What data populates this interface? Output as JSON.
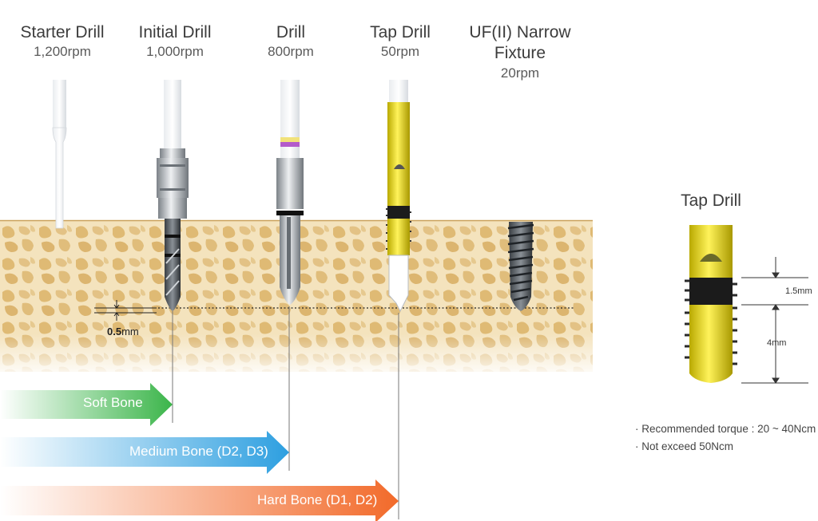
{
  "steps": [
    {
      "name": "Starter Drill",
      "rpm": "1,200rpm"
    },
    {
      "name": "Initial Drill",
      "rpm": "1,000rpm"
    },
    {
      "name": "Drill",
      "rpm": "800rpm"
    },
    {
      "name": "Tap Drill",
      "rpm": "50rpm"
    },
    {
      "name_line1": "UF(II) Narrow",
      "name_line2": "Fixture",
      "rpm": "20rpm"
    }
  ],
  "depth_marker": {
    "value": "0.5",
    "unit": "mm"
  },
  "bone_types": [
    {
      "label": "Soft Bone",
      "color": "#3bb54a"
    },
    {
      "label": "Medium Bone (D2, D3)",
      "color": "#2d9fe0"
    },
    {
      "label": "Hard Bone (D1, D2)",
      "color": "#f26a2a"
    }
  ],
  "detail": {
    "title": "Tap Drill",
    "dim1": "1.5mm",
    "dim2": "4mm"
  },
  "notes": [
    "· Recommended torque : 20 ~ 40Ncm",
    "· Not exceed 50Ncm"
  ],
  "colors": {
    "bone": "#f1ddb0",
    "bone_pattern": "#dcb56f",
    "tap_yellow": "#f2e600",
    "steel": "#b8bcc2"
  }
}
